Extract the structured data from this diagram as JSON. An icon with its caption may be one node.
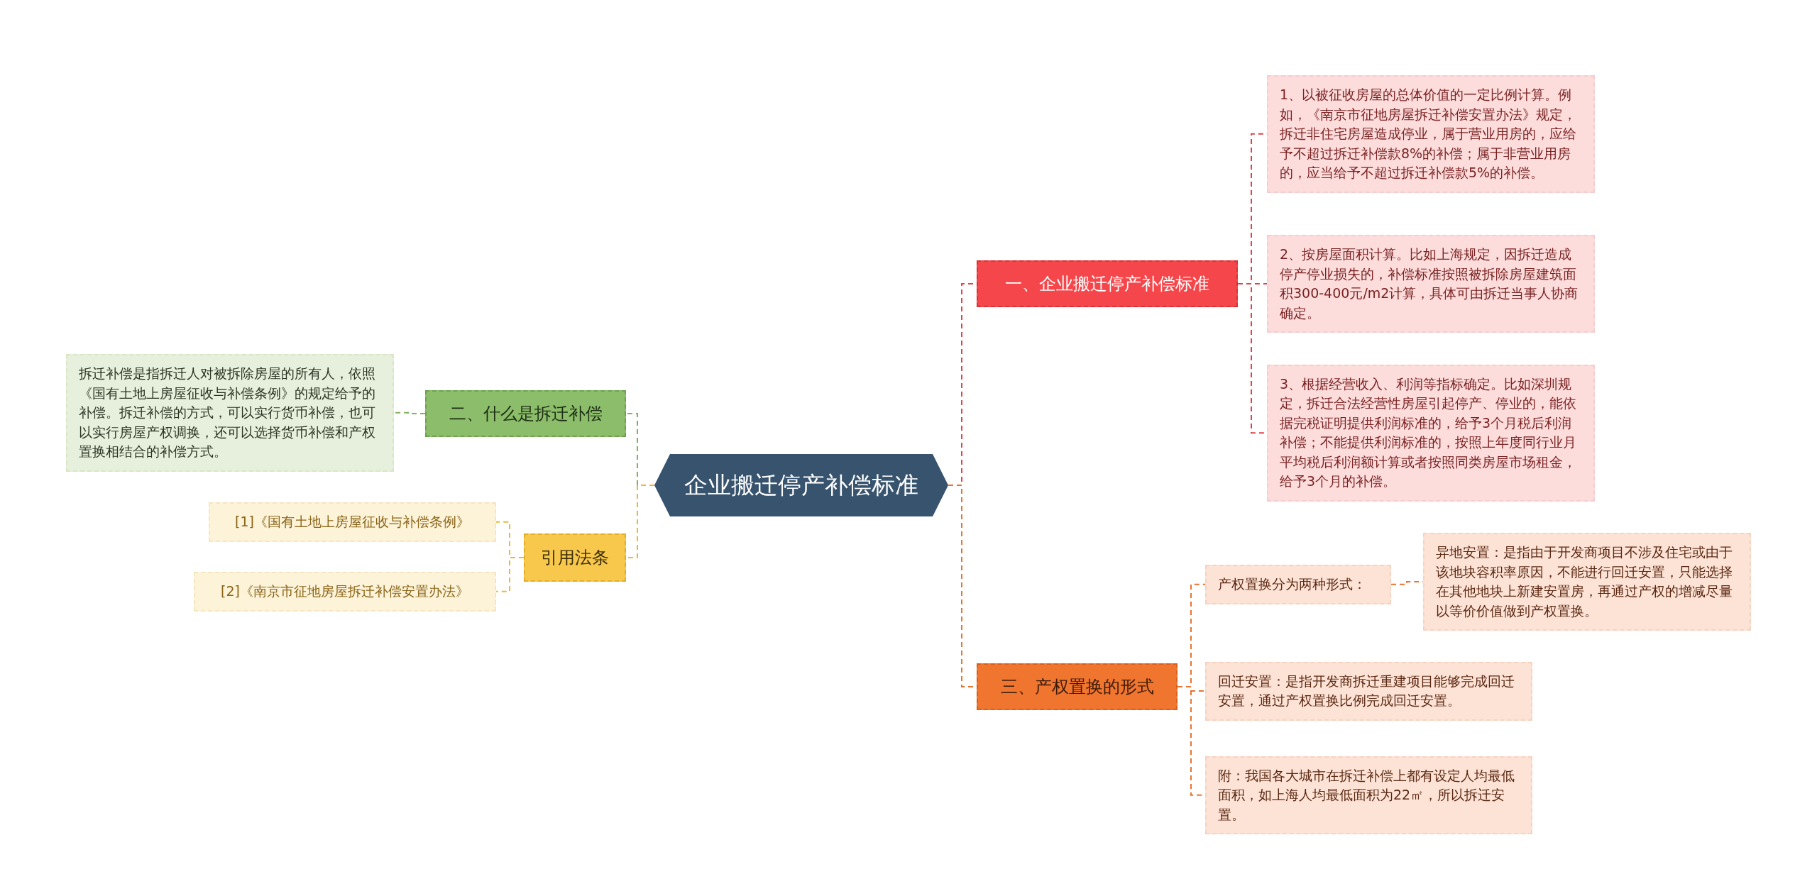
{
  "diagram": {
    "nodes": [
      {
        "text": [
          "企业搬迁停产补偿标准"
        ]
      },
      {
        "text": [
          "一、企业搬迁停产补偿标准"
        ]
      },
      {
        "text": [
          "1、以被征收房屋的总体价值的一定比例计算。例如，《南京市征地房屋拆迁补偿安置办法》规定，拆迁非住宅房屋造成停业，属于营业用房的，应给予不超过拆迁补偿款8%的补偿；属于非营业用房的，应当给予不超过拆迁补偿款5%的补偿。"
        ]
      },
      {
        "text": [
          "2、按房屋面积计算。比如上海规定，因拆迁造成停产停业损失的，补偿标准按照被拆除房屋建筑面积300-400元/m2计算，具体可由拆迁当事人协商确定。"
        ]
      },
      {
        "text": [
          "3、根据经营收入、利润等指标确定。比如深圳规定，拆迁合法经营性房屋引起停产、停业的，能依据完税证明提供利润标准的，给予3个月税后利润补偿；不能提供利润标准的，按照上年度同行业月平均税后利润额计算或者按照同类房屋市场租金，给予3个月的补偿。"
        ]
      },
      {
        "text": [
          "三、产权置换的形式"
        ]
      },
      {
        "text": [
          "产权置换分为两种形式："
        ]
      },
      {
        "text": [
          "异地安置：是指由于开发商项目不涉及住宅或由于该地块容积率原因，不能进行回迁安置，只能选择在其他地块上新建安置房，再通过产权的增减尽量以等价价值做到产权置换。"
        ]
      },
      {
        "text": [
          "回迁安置：是指开发商拆迁重建项目能够完成回迁安置，通过产权置换比例完成回迁安置。"
        ]
      },
      {
        "text": [
          "附：我国各大城市在拆迁补偿上都有设定人均最低面积，如上海人均最低面积为22㎡，所以拆迁安置。"
        ]
      },
      {
        "text": [
          "二、什么是拆迁补偿"
        ]
      },
      {
        "text": [
          "拆迁补偿是指拆迁人对被拆除房屋的所有人，依照《国有土地上房屋征收与补偿条例》的规定给予的补偿。拆迁补偿的方式，可以实行货币补偿，也可以实行房屋产权调换，还可以选择货币补偿和产权置换相结合的补偿方式。"
        ]
      },
      {
        "text": [
          "引用法条"
        ]
      },
      {
        "text": [
          "[1]《国有土地上房屋征收与补偿条例》"
        ]
      },
      {
        "text": [
          "[2]《南京市征地房屋拆迁补偿安置办法》"
        ]
      }
    ],
    "edges": [
      {
        "from": 0,
        "to": 1,
        "arrow": "none",
        "style": "dashed",
        "color": "#e04348"
      },
      {
        "from": 1,
        "to": 2,
        "arrow": "none",
        "style": "dashed",
        "color": "#e04348"
      },
      {
        "from": 1,
        "to": 3,
        "arrow": "none",
        "style": "dashed",
        "color": "#e04348"
      },
      {
        "from": 1,
        "to": 4,
        "arrow": "none",
        "style": "dashed",
        "color": "#e04348"
      },
      {
        "from": 0,
        "to": 5,
        "arrow": "none",
        "style": "dashed",
        "color": "#e8742f"
      },
      {
        "from": 5,
        "to": 6,
        "arrow": "none",
        "style": "dashed",
        "color": "#e8742f"
      },
      {
        "from": 6,
        "to": 7,
        "arrow": "none",
        "style": "dashed",
        "color": "#e8742f"
      },
      {
        "from": 5,
        "to": 8,
        "arrow": "none",
        "style": "dashed",
        "color": "#e8742f"
      },
      {
        "from": 5,
        "to": 9,
        "arrow": "none",
        "style": "dashed",
        "color": "#e8742f"
      },
      {
        "from": 0,
        "to": 10,
        "arrow": "none",
        "style": "dashed",
        "color": "#7fb35e"
      },
      {
        "from": 10,
        "to": 11,
        "arrow": "none",
        "style": "dashed",
        "color": "#7fb35e"
      },
      {
        "from": 0,
        "to": 12,
        "arrow": "none",
        "style": "dashed",
        "color": "#e9b93a"
      },
      {
        "from": 12,
        "to": 13,
        "arrow": "none",
        "style": "dashed",
        "color": "#e9b93a"
      },
      {
        "from": 12,
        "to": 14,
        "arrow": "none",
        "style": "dashed",
        "color": "#e9b93a"
      }
    ]
  }
}
